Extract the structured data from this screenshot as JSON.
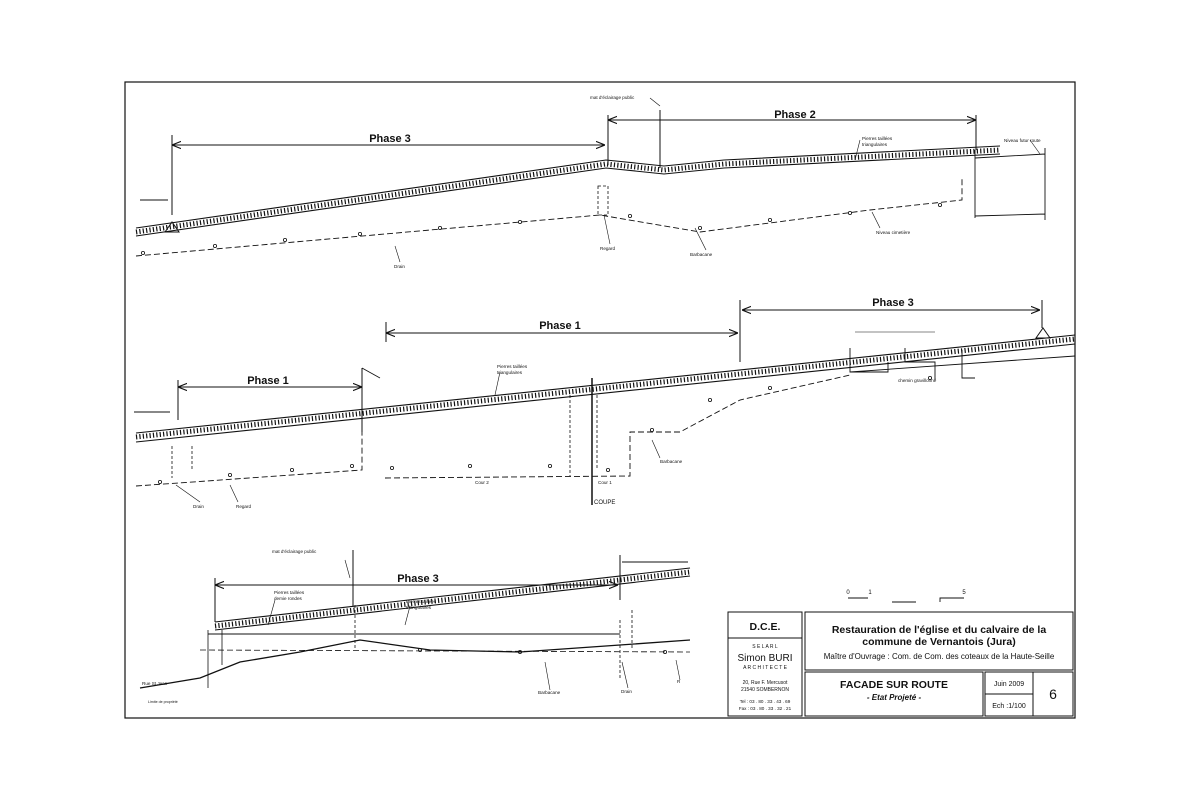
{
  "drawing": {
    "elevation_top": {
      "phase_3": "Phase 3",
      "phase_2": "Phase 2",
      "mat_eclairage": "mat d'éclairage public",
      "pierres_taillees": "Pierres taillées",
      "pierres_taillees_2": "triangulaires",
      "niveau_route": "Niveau futur route",
      "drain": "Drain",
      "regard": "Regard",
      "barbacane": "Barbacane",
      "niveau_cimetiere": "Niveau cimetière"
    },
    "elevation_middle": {
      "phase_1_left": "Phase 1",
      "phase_1_center": "Phase 1",
      "phase_3": "Phase 3",
      "pierres_taillees": "Pierres taillées",
      "pierres_taillees_2": "triangulaires",
      "chemin": "chemin gravillonné",
      "barbacane": "Barbacane",
      "cour_2": "Cour 2",
      "cour_1": "Cour 1",
      "coupe": "COUPE",
      "drain": "Drain",
      "regard": "Regard"
    },
    "elevation_bottom": {
      "phase_3": "Phase 3",
      "mat_eclairage": "mat d'éclairage public",
      "pierres_demi_rondes": "Pierres taillées",
      "pierres_demi_rondes_2": "demie rondes",
      "pierres_triangulaires": "Pierres taillées",
      "pierres_triangulaires_2": "triangulaires",
      "rue": "Rue St Jean",
      "rue_sub": "Limite de propriété",
      "barbacane": "Barbacane",
      "drain": "Drain",
      "r_mark": "R"
    },
    "scale_bar": {
      "label_0": "0",
      "label_1": "1",
      "label_5": "5"
    }
  },
  "title_block": {
    "phase": "D.C.E.",
    "firm_kind": "S E L A R L",
    "architect": "Simon BURI",
    "firm_role": "A R C H I T E C T E",
    "address_1": "20, Rue F. Mercusot",
    "address_2": "21540 SOMBERNON",
    "phone": "Tel : 03 . 80 . 33 . 43 . 69",
    "fax": "Fax : 03 . 80 . 33 . 32 . 21",
    "project_line_1": "Restauration de l'église et du calvaire de la",
    "project_line_2": "commune de Vernantois (Jura)",
    "client": "Maître d'Ouvrage : Com. de Com. des coteaux de la Haute-Seille",
    "sheet_title": "FACADE SUR ROUTE",
    "sheet_subtitle": "- Etat Projeté -",
    "date": "Juin 2009",
    "scale": "Ech :1/100",
    "sheet_number": "6"
  }
}
